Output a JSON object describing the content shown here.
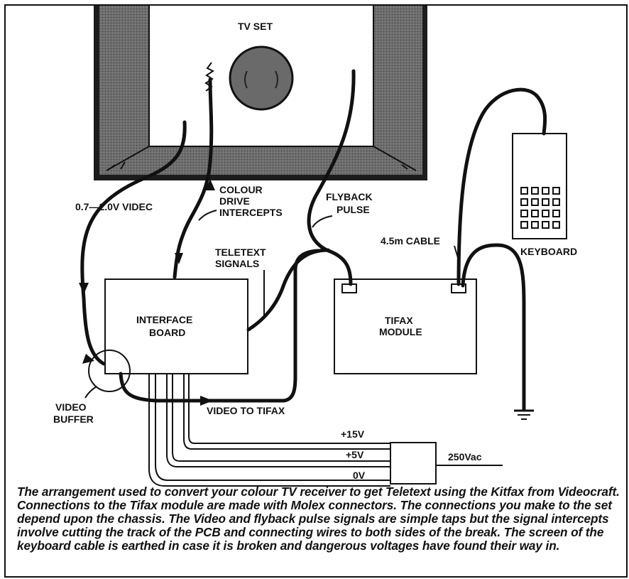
{
  "labels": {
    "tv_set": "TV SET",
    "video_in": "0.7—2.0V VIDEC",
    "colour_line1": "COLOUR",
    "colour_line2": "DRIVE",
    "colour_line3": "INTERCEPTS",
    "flyback_line1": "FLYBACK",
    "flyback_line2": "PULSE",
    "cable": "4.5m CABLE",
    "keyboard": "KEYBOARD",
    "teletext_line1": "TELETEXT",
    "teletext_line2": "SIGNALS",
    "interface_line1": "INTERFACE",
    "interface_line2": "BOARD",
    "tifax_line1": "TIFAX",
    "tifax_line2": "MODULE",
    "buffer_line1": "VIDEO",
    "buffer_line2": "BUFFER",
    "video_to_tifax": "VIDEO TO TIFAX",
    "v15": "+15V",
    "v5": "+5V",
    "v0": "0V",
    "mains": "250Vac"
  },
  "caption": "The arrangement used to convert your colour TV receiver to get Teletext using the Kitfax from Videocraft. Connections to the Tifax module are made with Molex connectors. The connections you make to the set depend upon the chassis. The Video and flyback pulse signals are simple taps but the signal intercepts involve cutting the track of the PCB and connecting wires to both sides of the break. The screen of the keyboard cable is earthed in case it is broken and dangerous voltages have found their way in."
}
